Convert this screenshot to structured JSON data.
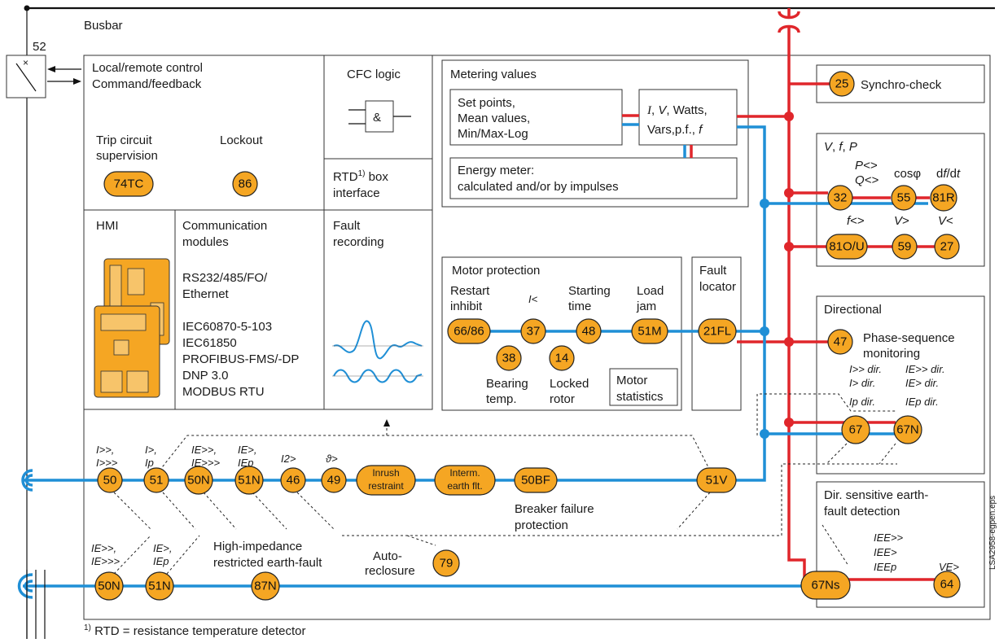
{
  "busbar": "Busbar",
  "breaker": "52",
  "local_remote": [
    "Local/remote control",
    "Command/feedback"
  ],
  "trip_circuit": [
    "Trip circuit",
    "supervision"
  ],
  "lockout": "Lockout",
  "cfc": "CFC logic",
  "and_gate": "&",
  "rtd_box": [
    "RTD",
    "1)",
    " box",
    "interface"
  ],
  "metering": {
    "title": "Metering values",
    "setpoints": [
      "Set points,",
      "Mean values,",
      "Min/Max-Log"
    ],
    "ivw_line1": [
      "I",
      ", ",
      "V",
      ", Watts,"
    ],
    "ivw_line2": [
      "Vars,p.f., ",
      "f"
    ],
    "energy": [
      "Energy meter:",
      "calculated and/or by impulses"
    ]
  },
  "hmi": "HMI",
  "comm": {
    "title": [
      "Communication",
      "modules"
    ],
    "protocols1": [
      "RS232/485/FO/",
      "Ethernet"
    ],
    "protocols2": [
      "IEC60870-5-103",
      "IEC61850",
      "PROFIBUS-FMS/-DP",
      "DNP 3.0",
      "MODBUS RTU"
    ]
  },
  "fault_recording": [
    "Fault",
    "recording"
  ],
  "motor": {
    "title": "Motor protection",
    "restart": [
      "Restart",
      "inhibit"
    ],
    "iless": "I<",
    "starting": [
      "Starting",
      "time"
    ],
    "loadjam": [
      "Load",
      "jam"
    ],
    "bearing": [
      "Bearing",
      "temp."
    ],
    "locked": [
      "Locked",
      "rotor"
    ],
    "stats": [
      "Motor",
      "statistics"
    ]
  },
  "fault_locator": [
    "Fault",
    "locator"
  ],
  "synchro": "Synchro-check",
  "vfp": {
    "title": [
      "V",
      ", ",
      "f",
      ", ",
      "P"
    ],
    "pq": [
      "P<>",
      "Q<>"
    ],
    "cosphi": "cosφ",
    "dfdt": [
      "d",
      "f",
      "/d",
      "t"
    ],
    "fneq": [
      "f",
      "<>"
    ],
    "vgt": [
      "V",
      ">"
    ],
    "vlt": [
      "V",
      "<"
    ]
  },
  "directional": {
    "title": "Directional",
    "phase_seq": [
      "Phase-sequence",
      "monitoring"
    ],
    "dir_left": [
      "I>> dir.",
      "I> dir.",
      "Ip dir."
    ],
    "dir_right": [
      "IE>> dir.",
      "IE> dir.",
      "IEp dir."
    ]
  },
  "dir_earth": {
    "title": [
      "Dir. sensitive earth-",
      "fault detection"
    ],
    "iee": [
      "IEE>>",
      "IEE>",
      "IEEp"
    ],
    "ve": "VE>"
  },
  "overcurrent_labels": {
    "l50": [
      "I>>,",
      "I>>>"
    ],
    "l51": [
      "I>,",
      "Ip"
    ],
    "l50n": [
      "IE>>,",
      "IE>>>"
    ],
    "l51n": [
      "IE>,",
      "IEp"
    ],
    "l46": "I2>",
    "l49": "ϑ>"
  },
  "inrush": [
    "Inrush",
    "restraint"
  ],
  "interm": [
    "Interm.",
    "earth flt."
  ],
  "breaker_failure": [
    "Breaker failure",
    "protection"
  ],
  "high_imp": [
    "High-impedance",
    "restricted earth-fault"
  ],
  "autoreclosure": [
    "Auto-",
    "reclosure"
  ],
  "lower_labels": {
    "l50n": [
      "IE>>,",
      "IE>>>"
    ],
    "l51n": [
      "IE>,",
      "IEp"
    ]
  },
  "footnote": [
    "1)",
    " RTD = resistance temperature detector"
  ],
  "side_code": "LSA2958-egpen.eps",
  "functions": {
    "f74tc": "74TC",
    "f86": "86",
    "f25": "25",
    "f32": "32",
    "f55": "55",
    "f81r": "81R",
    "f81ou": "81O/U",
    "f59": "59",
    "f27": "27",
    "f6686": "66/86",
    "f37": "37",
    "f48": "48",
    "f51m": "51M",
    "f38": "38",
    "f14": "14",
    "f21fl": "21FL",
    "f47": "47",
    "f67": "67",
    "f67n": "67N",
    "f50": "50",
    "f51": "51",
    "f50n": "50N",
    "f51n": "51N",
    "f46": "46",
    "f49": "49",
    "f50bf": "50BF",
    "f51v": "51V",
    "f79": "79",
    "f50n_l": "50N",
    "f51n_l": "51N",
    "f87n": "87N",
    "f67ns": "67Ns",
    "f64": "64"
  },
  "colors": {
    "current_line": "#1f8fd6",
    "voltage_line": "#e0262b",
    "function_fill": "#f5a623"
  }
}
